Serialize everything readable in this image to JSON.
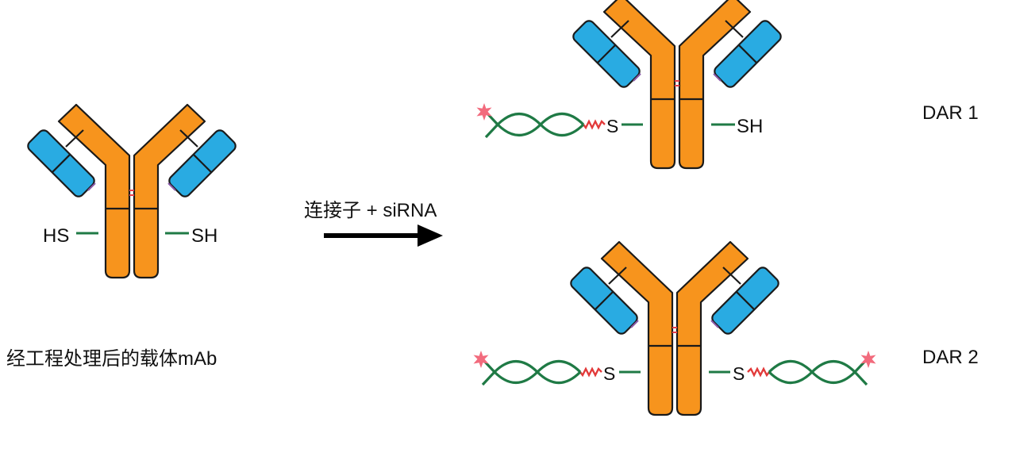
{
  "left": {
    "caption": "经工程处理后的载体mAb",
    "thiol_left": "HS",
    "thiol_right": "SH"
  },
  "reaction": {
    "label": "连接子 + siRNA"
  },
  "dar1": {
    "label": "DAR 1",
    "conjugate": "S",
    "thiol_right": "SH"
  },
  "dar2": {
    "label": "DAR 2",
    "conjugate_left": "S",
    "conjugate_right": "S"
  },
  "colors": {
    "heavy_chain": "#f7941d",
    "light_chain": "#29abe2",
    "sirna": "#1f7a45",
    "linker": "#e23a3a",
    "fluorophore": "#f26b7d",
    "arrow": "#000000"
  }
}
